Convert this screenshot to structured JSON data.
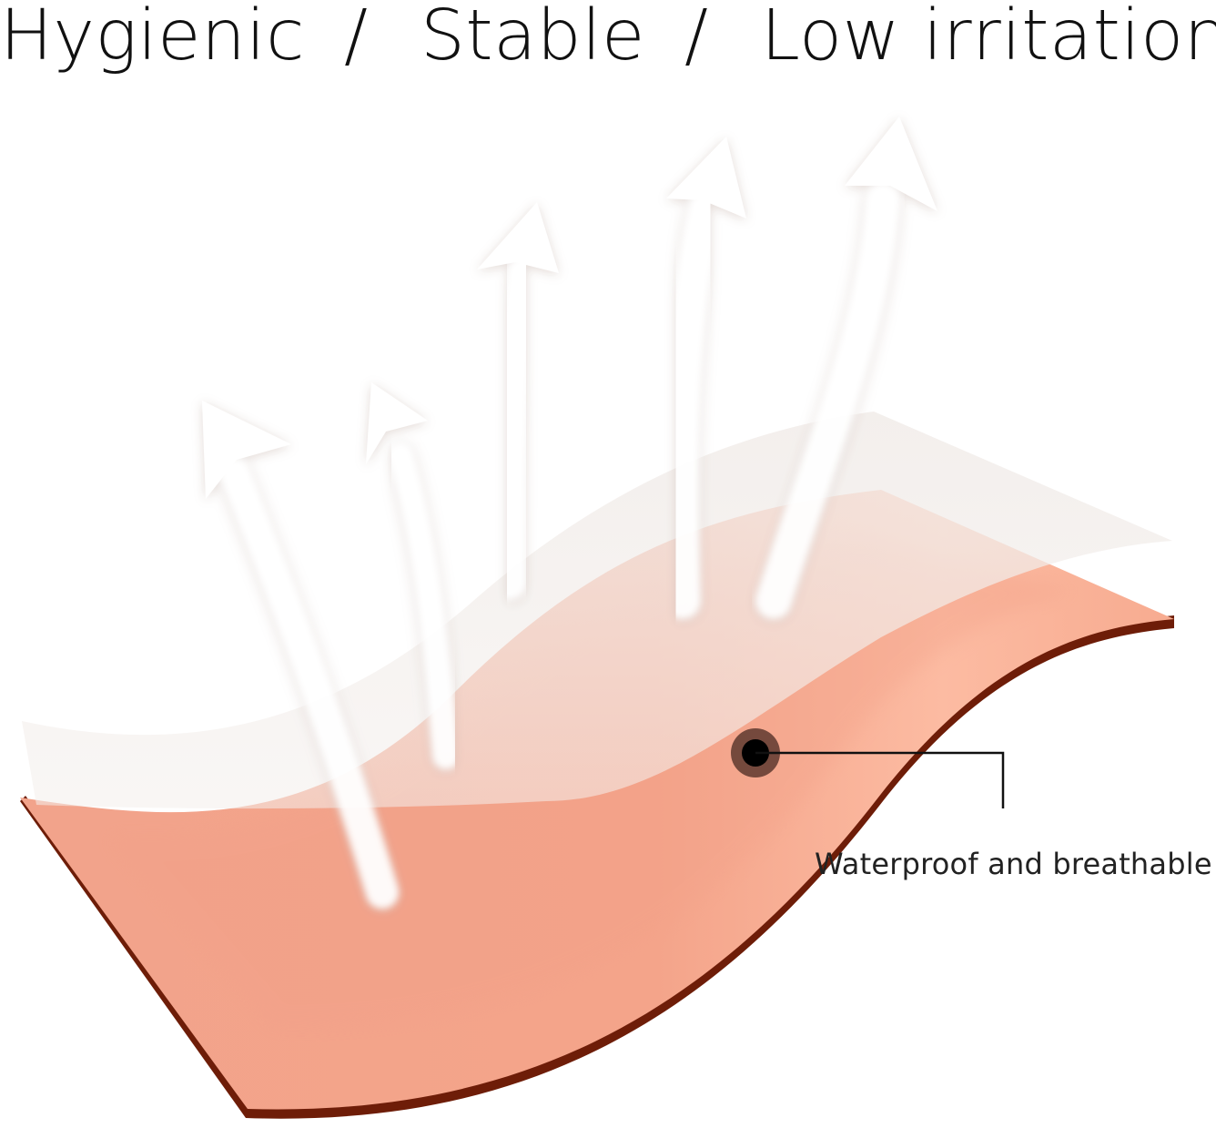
{
  "headline": {
    "word_1": "Hygienic",
    "separator_1": "/",
    "word_2": "Stable",
    "separator_2": "/",
    "word_3": "Low irritation"
  },
  "callout": {
    "label": "Waterproof and breathable"
  },
  "colors": {
    "patch_face": "#f4a48a",
    "patch_light": "#fbb89e",
    "patch_edge": "#6e1d08",
    "film_overlay": "#f3efed",
    "arrow_fill": "#ffffff",
    "callout_dot": "#000000",
    "callout_ring": "#4a2a22",
    "text": "#111111"
  },
  "icons": {
    "vapor_arrows": "upward-curved-arrow-icon",
    "callout_marker": "dot-marker-icon"
  }
}
